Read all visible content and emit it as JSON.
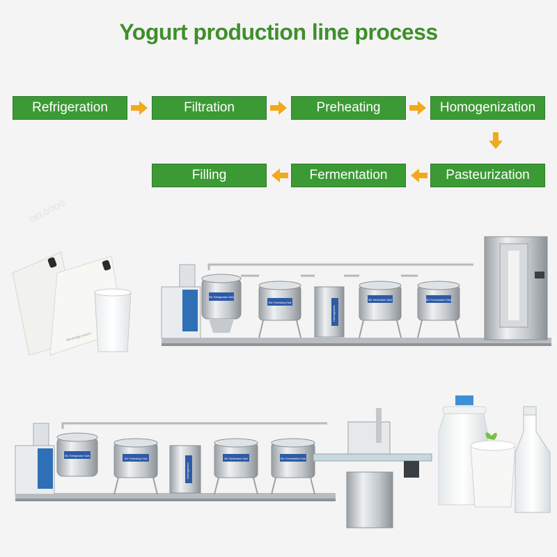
{
  "title": "Yogurt production line process",
  "colors": {
    "title": "#3f8f2b",
    "step_fill": "#3c9a35",
    "arrow": "#f2a91a",
    "steel": "#cfd3d6"
  },
  "steps": [
    {
      "label": "Refrigeration"
    },
    {
      "label": "Filtration"
    },
    {
      "label": "Preheating"
    },
    {
      "label": "Homogenization"
    },
    {
      "label": "Pasteurization"
    },
    {
      "label": "Fermentation"
    },
    {
      "label": "Filling"
    }
  ],
  "tank_labels": {
    "refrigeration": "50L Refrigeration Tank",
    "preheating": "50L Preheating Tank",
    "homogenizer": "Homogenizer",
    "sterilization": "50L Sterilization Tank",
    "fermentation": "50L Fermentation Tank"
  },
  "pouch_text": "Beverage pouch",
  "watermark_text": "GELGOOG"
}
